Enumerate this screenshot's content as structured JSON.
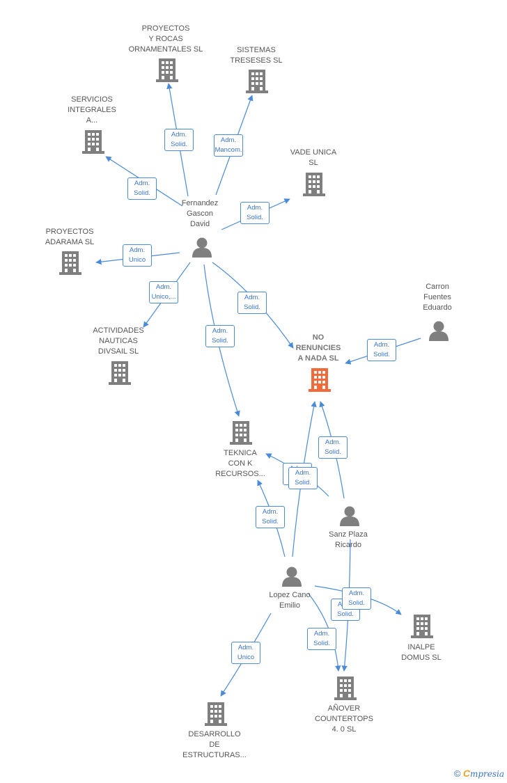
{
  "colors": {
    "edge": "#4a8ad8",
    "node": "#7f7f7f",
    "focus": "#f26a3a"
  },
  "nodes": {
    "proyectos_rocas": {
      "label": [
        "PROYECTOS",
        "Y ROCAS",
        "ORNAMENTALES SL"
      ],
      "icon": "building-icon"
    },
    "sistemas_treseses": {
      "label": [
        "SISTEMAS",
        "TRESESES  SL"
      ],
      "icon": "building-icon"
    },
    "servicios_integrales": {
      "label": [
        "SERVICIOS",
        "INTEGRALES",
        "A..."
      ],
      "icon": "building-icon"
    },
    "vade_unica": {
      "label": [
        "VADE UNICA",
        "SL"
      ],
      "icon": "building-icon"
    },
    "fernandez_gascon": {
      "label": [
        "Fernandez",
        "Gascon",
        "David"
      ],
      "icon": "person-icon"
    },
    "proyectos_adarama": {
      "label": [
        "PROYECTOS",
        "ADARAMA  SL"
      ],
      "icon": "building-icon"
    },
    "carron_fuentes": {
      "label": [
        "Carron",
        "Fuentes",
        "Eduardo"
      ],
      "icon": "person-icon"
    },
    "actividades_nauticas": {
      "label": [
        "ACTIVIDADES",
        "NAUTICAS",
        "DIVSAIL  SL"
      ],
      "icon": "building-icon"
    },
    "no_renuncies": {
      "label": [
        "NO",
        "RENUNCIES",
        "A NADA  SL"
      ],
      "icon": "building-icon"
    },
    "teknica": {
      "label": [
        "TEKNICA",
        "CON K",
        "RECURSOS..."
      ],
      "icon": "building-icon"
    },
    "sanz_plaza": {
      "label": [
        "Sanz Plaza",
        "Ricardo"
      ],
      "icon": "person-icon"
    },
    "lopez_cano": {
      "label": [
        "Lopez Cano",
        "Emilio"
      ],
      "icon": "person-icon"
    },
    "inalpe_domus": {
      "label": [
        "INALPE",
        "DOMUS SL"
      ],
      "icon": "building-icon"
    },
    "anover": {
      "label": [
        "AÑOVER",
        "COUNTERTOPS",
        "4. 0  SL"
      ],
      "icon": "building-icon"
    },
    "desarrollo": {
      "label": [
        "DESARROLLO",
        "DE",
        "ESTRUCTURAS..."
      ],
      "icon": "building-icon"
    }
  },
  "edges": [
    {
      "from": "fernandez_gascon",
      "to": "proyectos_rocas",
      "label": [
        "Adm.",
        "Solid."
      ]
    },
    {
      "from": "fernandez_gascon",
      "to": "sistemas_treseses",
      "label": [
        "Adm.",
        "Mancom."
      ]
    },
    {
      "from": "fernandez_gascon",
      "to": "servicios_integrales",
      "label": [
        "Adm.",
        "Solid."
      ]
    },
    {
      "from": "fernandez_gascon",
      "to": "vade_unica",
      "label": [
        "Adm.",
        "Solid."
      ]
    },
    {
      "from": "fernandez_gascon",
      "to": "proyectos_adarama",
      "label": [
        "Adm.",
        "Unico"
      ]
    },
    {
      "from": "fernandez_gascon",
      "to": "actividades_nauticas",
      "label": [
        "Adm.",
        "Unico,..."
      ]
    },
    {
      "from": "fernandez_gascon",
      "to": "no_renuncies",
      "label": [
        "Adm.",
        "Solid."
      ]
    },
    {
      "from": "fernandez_gascon",
      "to": "teknica",
      "label": [
        "Adm.",
        "Solid."
      ]
    },
    {
      "from": "carron_fuentes",
      "to": "no_renuncies",
      "label": [
        "Adm.",
        "Solid."
      ]
    },
    {
      "from": "sanz_plaza",
      "to": "no_renuncies",
      "label": [
        "Adm.",
        "Solid."
      ]
    },
    {
      "from": "sanz_plaza",
      "to": "teknica",
      "label": [
        "Adm.",
        "Solid."
      ]
    },
    {
      "from": "sanz_plaza",
      "to": "anover",
      "label": [
        "Adm.",
        "Solid."
      ]
    },
    {
      "from": "lopez_cano",
      "to": "no_renuncies",
      "label": [
        "Adm.",
        "Solid."
      ]
    },
    {
      "from": "lopez_cano",
      "to": "teknica",
      "label": [
        "Adm.",
        "Solid."
      ]
    },
    {
      "from": "lopez_cano",
      "to": "inalpe_domus",
      "label": [
        "Adm.",
        "Solid."
      ]
    },
    {
      "from": "lopez_cano",
      "to": "anover",
      "label": [
        "Adm.",
        "Solid."
      ]
    },
    {
      "from": "lopez_cano",
      "to": "desarrollo",
      "label": [
        "Adm.",
        "Unico"
      ]
    }
  ],
  "footer": {
    "copyright": "©",
    "brand_first": "C",
    "brand_rest": "mpresia"
  }
}
